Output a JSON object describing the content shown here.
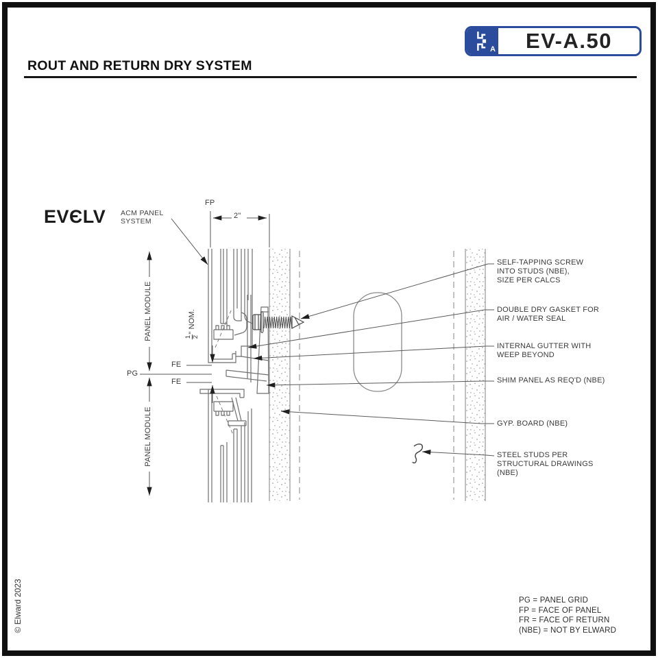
{
  "colors": {
    "accent_blue": "#2b4c9c",
    "ink": "#2e2e2e",
    "line_gray": "#6e6e6e"
  },
  "header": {
    "title": "ROUT AND RETURN DRY SYSTEM"
  },
  "badge": {
    "code": "EV-A.50",
    "icon_letter": "A"
  },
  "logo": {
    "prefix": "EV",
    "glyph": "Є",
    "suffix": "LV",
    "tagline1": "ACM PANEL",
    "tagline2": "SYSTEM"
  },
  "labels": {
    "fp": "FP",
    "pg": "PG",
    "fe_upper": "FE",
    "fe_lower": "FE",
    "panel_module_upper": "PANEL MODULE",
    "panel_module_lower": "PANEL MODULE"
  },
  "dims": {
    "panel_depth": "2\"",
    "joint_num": "1",
    "joint_den": "2",
    "joint_suffix": "\" NOM."
  },
  "annotations": [
    {
      "lines": [
        "SELF-TAPPING SCREW",
        "INTO STUDS (NBE),",
        "SIZE PER CALCS"
      ]
    },
    {
      "lines": [
        "DOUBLE DRY GASKET FOR",
        "AIR / WATER SEAL"
      ]
    },
    {
      "lines": [
        "INTERNAL GUTTER WITH",
        "WEEP BEYOND"
      ]
    },
    {
      "lines": [
        "SHIM PANEL AS REQ'D (NBE)"
      ]
    },
    {
      "lines": [
        "GYP. BOARD (NBE)"
      ]
    },
    {
      "lines": [
        "STEEL STUDS PER",
        "STRUCTURAL DRAWINGS",
        "(NBE)"
      ]
    }
  ],
  "legend": [
    "PG = PANEL GRID",
    "FP = FACE OF PANEL",
    "FR = FACE OF RETURN",
    "(NBE) = NOT BY ELWARD"
  ],
  "footer": {
    "copyright": "© Elward 2023"
  }
}
